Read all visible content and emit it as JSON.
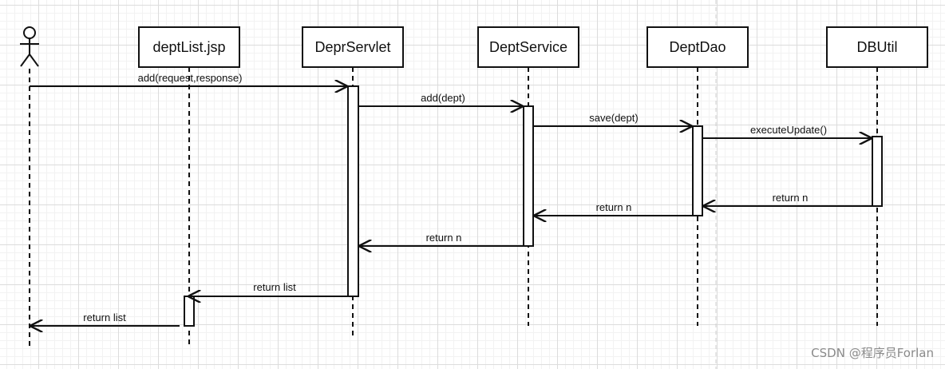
{
  "participants": [
    {
      "id": "actor",
      "label": ""
    },
    {
      "id": "deptlist",
      "label": "deptList.jsp"
    },
    {
      "id": "servlet",
      "label": "DeprServlet"
    },
    {
      "id": "service",
      "label": "DeptService"
    },
    {
      "id": "dao",
      "label": "DeptDao"
    },
    {
      "id": "dbutil",
      "label": "DBUtil"
    }
  ],
  "messages": [
    {
      "from": "actor",
      "to": "servlet",
      "label": "add(request,response)"
    },
    {
      "from": "servlet",
      "to": "service",
      "label": "add(dept)"
    },
    {
      "from": "service",
      "to": "dao",
      "label": "save(dept)"
    },
    {
      "from": "dao",
      "to": "dbutil",
      "label": "executeUpdate()"
    },
    {
      "from": "dbutil",
      "to": "dao",
      "label": "return n"
    },
    {
      "from": "dao",
      "to": "service",
      "label": "return n"
    },
    {
      "from": "service",
      "to": "servlet",
      "label": "return n"
    },
    {
      "from": "servlet",
      "to": "deptlist",
      "label": "return list"
    },
    {
      "from": "deptlist",
      "to": "actor",
      "label": "return list"
    }
  ],
  "watermark": "CSDN @程序员Forlan"
}
